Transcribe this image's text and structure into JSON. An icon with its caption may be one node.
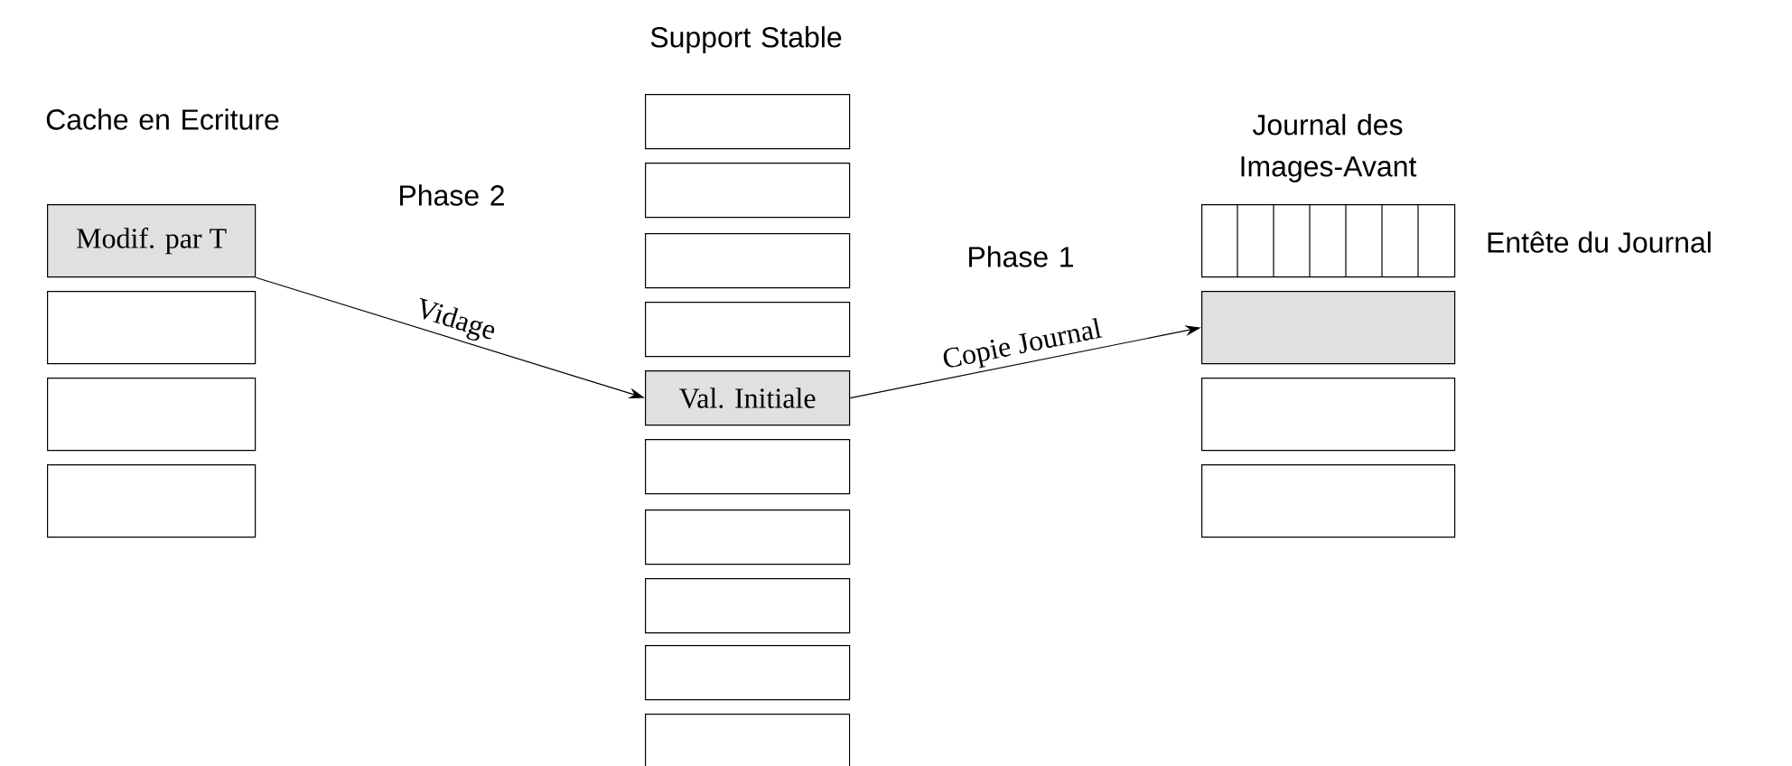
{
  "diagram": {
    "nodes": [
      {
        "text": [
          "Modif. par T"
        ]
      },
      {
        "text": [],
        "shape": "box"
      },
      {
        "text": [],
        "shape": "box"
      },
      {
        "text": [],
        "shape": "box"
      },
      {
        "text": [],
        "shape": "box"
      },
      {
        "text": [],
        "shape": "box"
      },
      {
        "text": [],
        "shape": "box"
      },
      {
        "text": [],
        "shape": "box"
      },
      {
        "text": [
          "Val. Initiale"
        ]
      },
      {
        "text": [],
        "shape": "box"
      },
      {
        "text": [],
        "shape": "box"
      },
      {
        "text": [],
        "shape": "box"
      },
      {
        "text": [],
        "shape": "box"
      },
      {
        "text": [],
        "shape": "box"
      },
      {
        "text": [],
        "shape": "box",
        "beside": [
          "Entête du Journal"
        ]
      },
      {
        "text": [],
        "shape": "box"
      },
      {
        "text": [],
        "shape": "box"
      },
      {
        "text": [],
        "shape": "box"
      }
    ],
    "edges": [
      {
        "from": 0,
        "to": 8,
        "arrow": "to",
        "label": "Vidage"
      },
      {
        "from": 8,
        "to": 15,
        "arrow": "to",
        "label": "Copie Journal"
      }
    ],
    "labels": [
      "Support Stable",
      "Cache en Ecriture",
      "Journal des Images-Avant",
      "Phase 2",
      "Phase 1"
    ]
  }
}
